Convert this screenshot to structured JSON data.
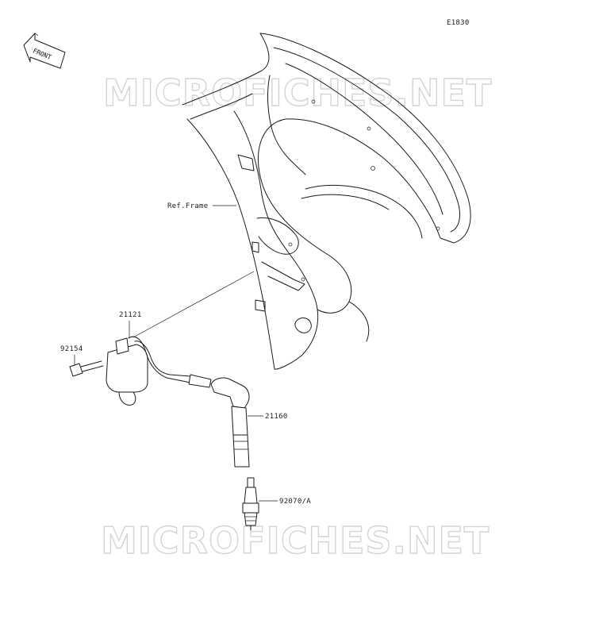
{
  "diagram_code": "E1830",
  "front_badge": "FRONT",
  "watermark": "MICROFICHES.NET",
  "labels": {
    "ref_frame": "Ref.Frame",
    "coil": "21121",
    "bolt": "92154",
    "cap": "21160",
    "plug": "92070/A"
  },
  "colors": {
    "line": "#1a1a1a",
    "watermark": "#d4d4d4",
    "background": "#ffffff"
  }
}
